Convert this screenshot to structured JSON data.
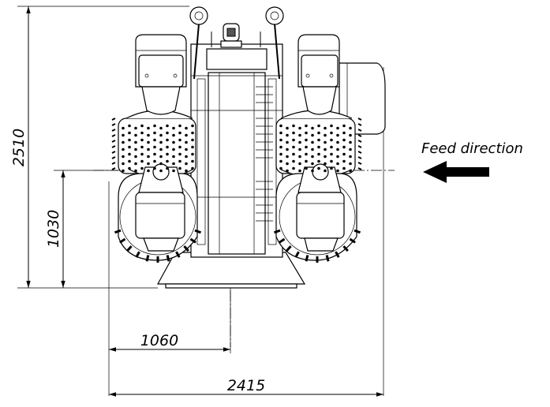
{
  "dimensions": {
    "total_height": "2510",
    "center_height": "1030",
    "center_offset": "1060",
    "total_width": "2415"
  },
  "annotation": {
    "feed_label": "Feed direction",
    "feed_arrow_icon": "left-arrow-icon"
  }
}
